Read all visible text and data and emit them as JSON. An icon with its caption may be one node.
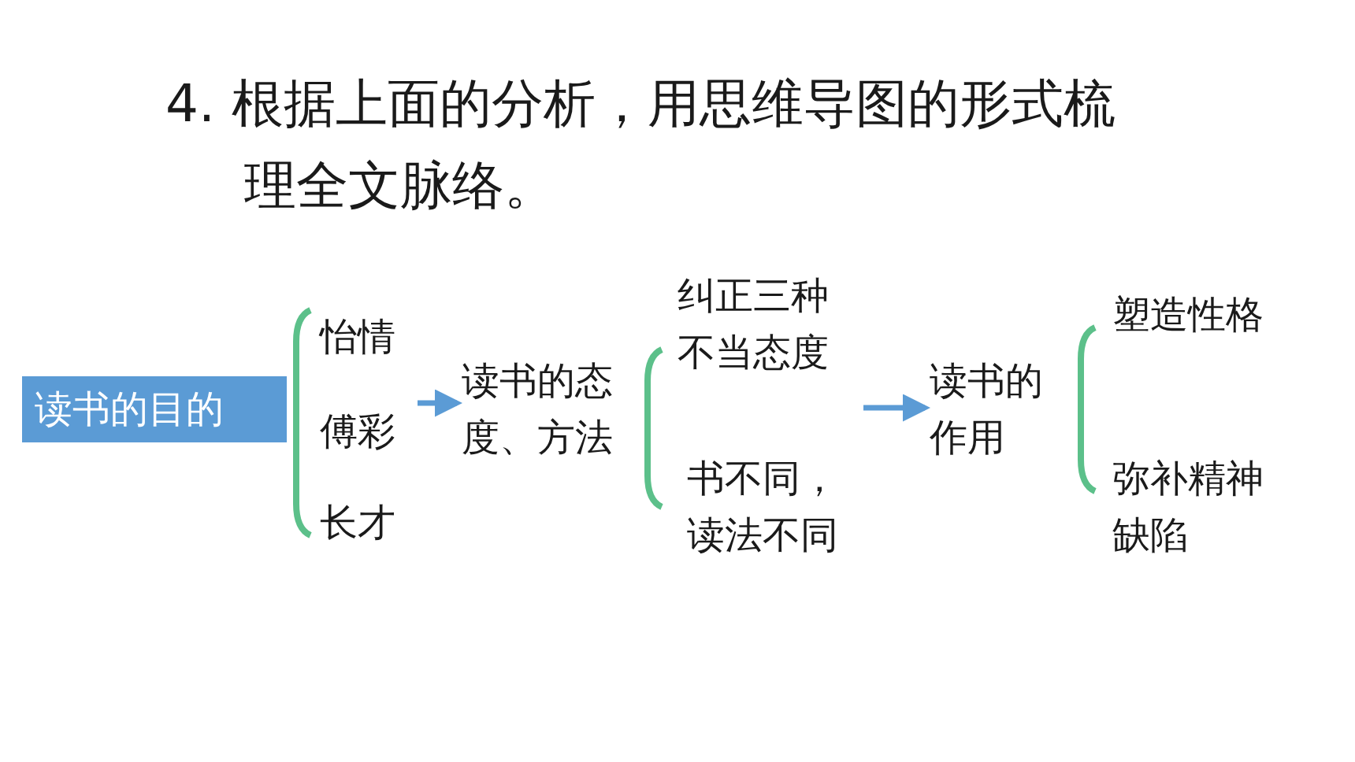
{
  "diagram": {
    "title": "4. 根据上面的分析，用思维导图的形式梳理全文脉络。",
    "nodes": [
      {
        "text": [
          "读书的目的"
        ]
      },
      {
        "text": [
          "怡情"
        ]
      },
      {
        "text": [
          "傅彩"
        ]
      },
      {
        "text": [
          "长才"
        ]
      },
      {
        "text": [
          "读书的态度、方法"
        ]
      },
      {
        "text": [
          "纠正三种不当态度"
        ]
      },
      {
        "text": [
          "书不同，读法不同"
        ]
      },
      {
        "text": [
          "读书的作用"
        ]
      },
      {
        "text": [
          "塑造性格"
        ]
      },
      {
        "text": [
          "弥补精神缺陷"
        ]
      }
    ],
    "edges": [
      {
        "from": 2,
        "to": 4,
        "arrow": "to",
        "color": "#5b9bd5"
      },
      {
        "from": null,
        "to": 7,
        "arrow": "to",
        "color": "#5b9bd5"
      }
    ]
  }
}
